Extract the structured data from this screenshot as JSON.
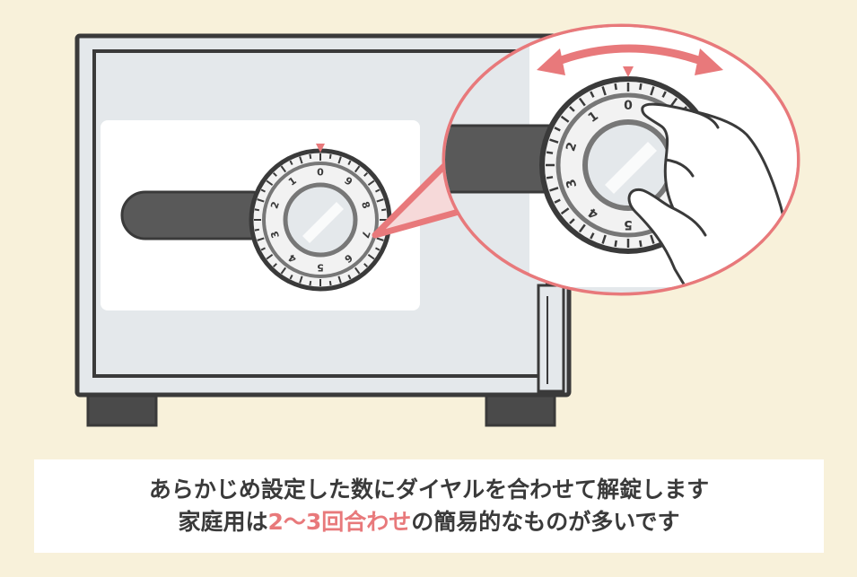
{
  "colors": {
    "background": "#f8f1da",
    "safe_body": "#e4e8eb",
    "outline": "#3a3a3a",
    "handle": "#595959",
    "accent": "#e8797b",
    "zoom_fill": "#f6d9d9"
  },
  "dial_numbers": [
    "0",
    "9",
    "8",
    "7",
    "6",
    "5",
    "4",
    "3",
    "2",
    "1"
  ],
  "icons": {
    "rotate_arrow": "double-headed-arc-arrow",
    "hand": "hand-turning-dial"
  },
  "caption": {
    "line1": "あらかじめ設定した数にダイヤルを合わせて解錠します",
    "line2_prefix": "家庭用は",
    "line2_highlight": "2〜3回合わせ",
    "line2_suffix": "の簡易的なものが多いです"
  }
}
